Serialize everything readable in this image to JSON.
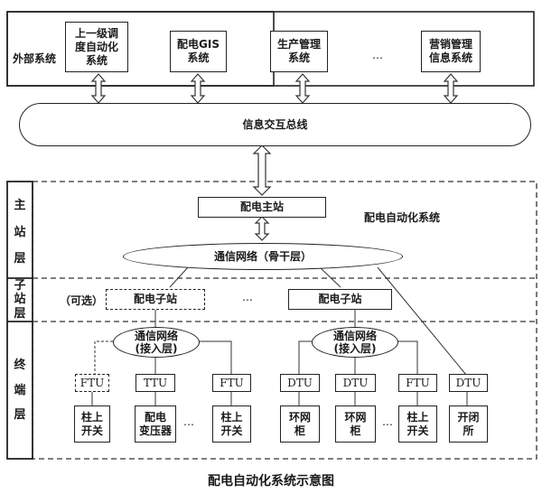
{
  "external": {
    "section_label": "外部系统",
    "systems": [
      {
        "label": "上一级调度自动化系统",
        "lines": [
          "上一级调",
          "度自动化",
          "系统"
        ]
      },
      {
        "label": "配电GIS系统",
        "lines": [
          "配电GIS",
          "系统"
        ]
      },
      {
        "label": "生产管理系统",
        "lines": [
          "生产管理",
          "系统"
        ]
      },
      {
        "label": "营销管理信息系统",
        "lines": [
          "营销管理",
          "信息系统"
        ]
      }
    ],
    "ellipsis": "…"
  },
  "bus": {
    "label": "信息交互总线"
  },
  "das": {
    "system_label": "配电自动化系统",
    "layers": {
      "master": [
        "主",
        "站",
        "层"
      ],
      "substation": [
        "子",
        "站",
        "层"
      ],
      "terminal": [
        "终",
        "端",
        "层"
      ]
    },
    "master_station": "配电主站",
    "backbone_network": "通信网络（骨干层）",
    "optional_label": "（可选）",
    "substations": [
      "配电子站",
      "配电子站"
    ],
    "substation_ellipsis": "…",
    "access_networks": [
      {
        "lines": [
          "通信网络",
          "(接入层)"
        ]
      },
      {
        "lines": [
          "通信网络",
          "(接入层)"
        ]
      }
    ],
    "terminals": [
      {
        "unit": "FTU",
        "device": [
          "柱上",
          "开关"
        ]
      },
      {
        "unit": "TTU",
        "device": [
          "配电",
          "变压器"
        ]
      },
      {
        "unit": "FTU",
        "device": [
          "柱上",
          "开关"
        ]
      },
      {
        "unit": "DTU",
        "device": [
          "环网",
          "柜"
        ]
      },
      {
        "unit": "DTU",
        "device": [
          "环网",
          "柜"
        ]
      },
      {
        "unit": "FTU",
        "device": [
          "柱上",
          "开关"
        ]
      },
      {
        "unit": "DTU",
        "device": [
          "开闭",
          "所"
        ]
      }
    ],
    "terminal_ellipses": [
      "…",
      "…"
    ]
  },
  "caption": "配电自动化系统示意图"
}
